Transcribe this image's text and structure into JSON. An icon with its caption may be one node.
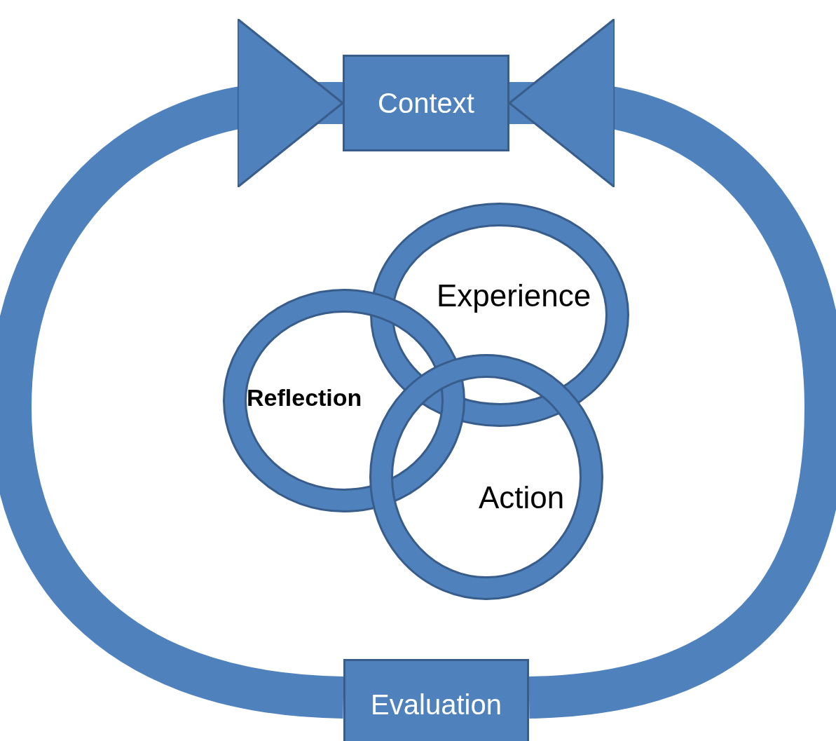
{
  "diagram": {
    "nodes": [
      {
        "text": [
          "Context"
        ]
      },
      {
        "text": [
          "Experience"
        ]
      },
      {
        "text": [
          "Reflection"
        ]
      },
      {
        "text": [
          "Action"
        ]
      },
      {
        "text": [
          "Evaluation"
        ]
      }
    ],
    "edges": [
      {
        "from": 4,
        "to": 0,
        "arrow": "to"
      },
      {
        "from": 4,
        "to": 0,
        "arrow": "to"
      }
    ]
  }
}
